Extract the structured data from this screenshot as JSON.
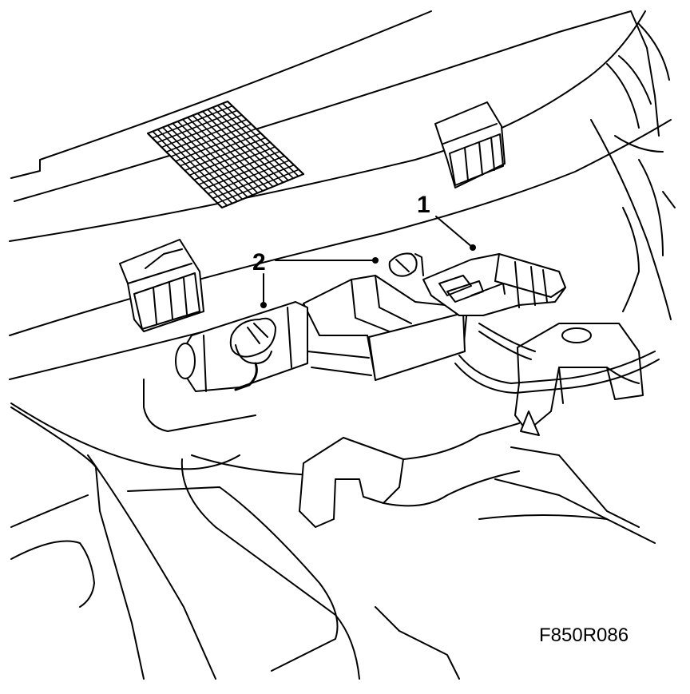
{
  "figure_id": "F850R086",
  "callouts": [
    {
      "number": "1"
    },
    {
      "number": "2"
    }
  ]
}
